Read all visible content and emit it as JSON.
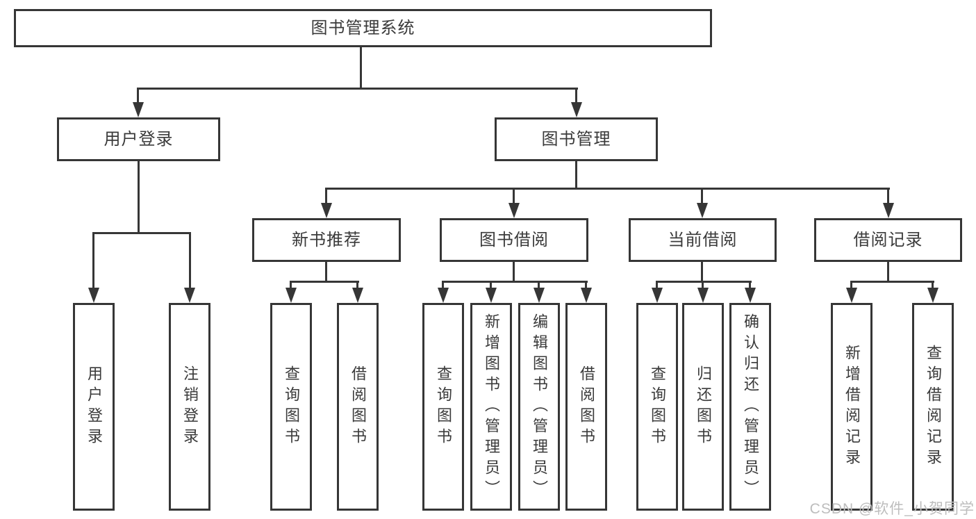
{
  "diagram": {
    "type": "hierarchy",
    "tree": {
      "label": "图书管理系统",
      "children": [
        {
          "label": "用户登录",
          "children": [
            {
              "label": "用户登录"
            },
            {
              "label": "注销登录"
            }
          ]
        },
        {
          "label": "图书管理",
          "children": [
            {
              "label": "新书推荐",
              "children": [
                {
                  "label": "查询图书"
                },
                {
                  "label": "借阅图书"
                }
              ]
            },
            {
              "label": "图书借阅",
              "children": [
                {
                  "label": "查询图书"
                },
                {
                  "label": "新增图书（管理员）"
                },
                {
                  "label": "编辑图书（管理员）"
                },
                {
                  "label": "借阅图书"
                }
              ]
            },
            {
              "label": "当前借阅",
              "children": [
                {
                  "label": "查询图书"
                },
                {
                  "label": "归还图书"
                },
                {
                  "label": "确认归还（管理员）"
                }
              ]
            },
            {
              "label": "借阅记录",
              "children": [
                {
                  "label": "新增借阅记录"
                },
                {
                  "label": "查询借阅记录"
                }
              ]
            }
          ]
        }
      ]
    }
  },
  "watermark": {
    "text": "CSDN @软件_小贺同学"
  },
  "colors": {
    "line": "#363636",
    "text": "#3a3a3a",
    "watermark": "#bdbdbd",
    "background": "#ffffff"
  }
}
